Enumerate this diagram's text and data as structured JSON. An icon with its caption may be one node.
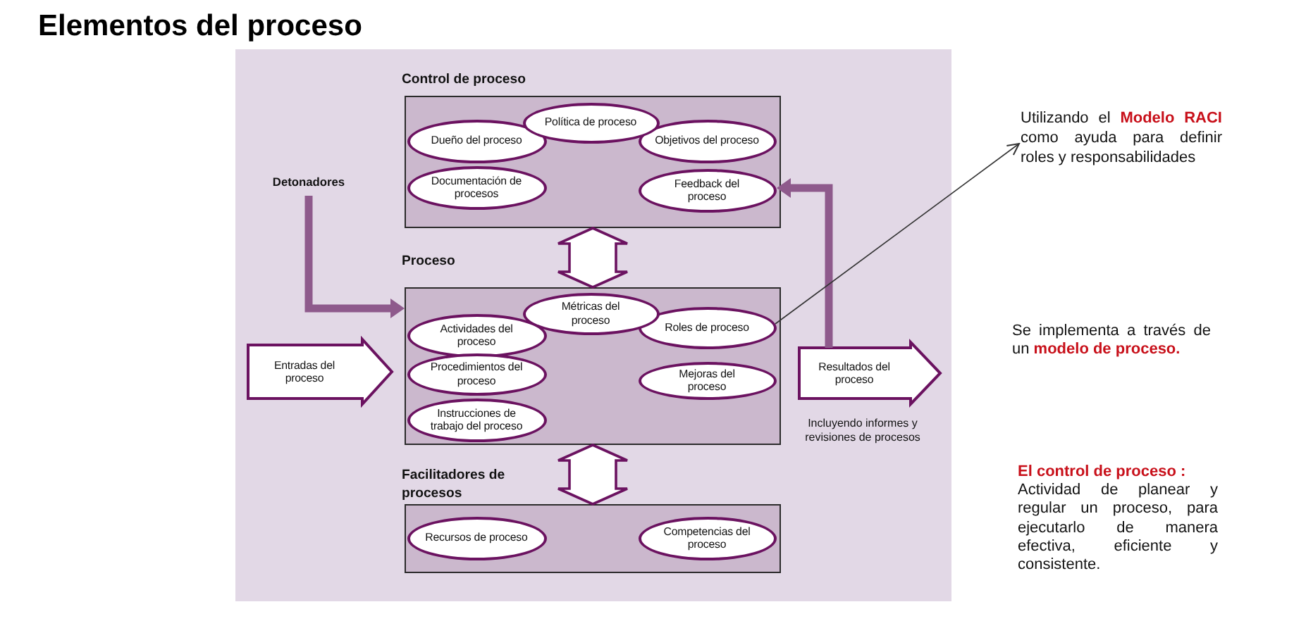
{
  "diagram": {
    "title": "Elementos del proceso",
    "nodes": [
      {
        "text": [
          "Control de proceso"
        ]
      },
      {
        "text": [
          "Política de proceso"
        ],
        "in": 0
      },
      {
        "text": [
          "Dueño del proceso"
        ],
        "in": 0
      },
      {
        "text": [
          "Objetivos del proceso"
        ],
        "in": 0
      },
      {
        "text": [
          "Documentación de procesos"
        ],
        "in": 0
      },
      {
        "text": [
          "Feedback del proceso"
        ],
        "in": 0
      },
      {
        "text": [
          "Detonadores"
        ]
      },
      {
        "text": [
          "Proceso"
        ]
      },
      {
        "text": [
          "Métricas del proceso"
        ],
        "in": 7
      },
      {
        "text": [
          "Actividades del proceso"
        ],
        "in": 7
      },
      {
        "text": [
          "Roles de proceso"
        ],
        "in": 7
      },
      {
        "text": [
          "Procedimientos del proceso"
        ],
        "in": 7
      },
      {
        "text": [
          "Mejoras del proceso"
        ],
        "in": 7
      },
      {
        "text": [
          "Instrucciones de trabajo del proceso"
        ],
        "in": 7
      },
      {
        "text": [
          "Entradas del proceso"
        ]
      },
      {
        "text": [
          "Resultados del proceso"
        ],
        "beside": [
          "Incluyendo informes y revisiones de procesos"
        ]
      },
      {
        "text": [
          "Facilitadores de procesos"
        ]
      },
      {
        "text": [
          "Recursos de proceso"
        ],
        "in": 16
      },
      {
        "text": [
          "Competencias del proceso"
        ],
        "in": 16
      },
      {
        "text": [
          "Utilizando el **Modelo RACI** como ayuda para definir roles y responsabilidades"
        ]
      }
    ],
    "edges": [
      {
        "from": 0,
        "to": 7,
        "arrow": "both"
      },
      {
        "from": 7,
        "to": 16,
        "arrow": "both"
      },
      {
        "from": 6,
        "to": 7,
        "arrow": "to",
        "color": "#8e5a8c"
      },
      {
        "from": 15,
        "to": 5,
        "arrow": "to",
        "color": "#8e5a8c"
      },
      {
        "from": 10,
        "to": 19,
        "arrow": "to",
        "color": "#333333"
      }
    ],
    "labels": [
      "Se implementa a través de un **modelo de proceso.**",
      "El control de proceso :",
      "Actividad de planear y regular un proceso, para ejecutarlo de manera efectiva, eficiente y consistente."
    ]
  }
}
